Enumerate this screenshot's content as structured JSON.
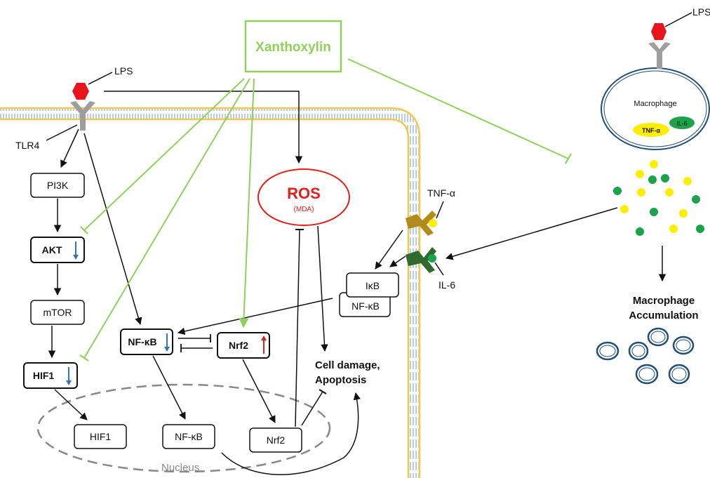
{
  "colors": {
    "agent_green": "#8fd15a",
    "ros_red": "#e0201b",
    "arrow_black": "#111111",
    "down_blue": "#2f74c0",
    "up_red": "#e0201b",
    "membrane_yellow": "#f2c94c",
    "membrane_blue": "#9bb6d6",
    "macrophage_blue": "#1f4e79",
    "tnf_yellow": "#ffee00",
    "il6_green": "#1aa34a",
    "receptor_gray": "#9e9e9e",
    "lps_red": "#e8141b",
    "tnf_receptor": "#b58a1c",
    "il6_receptor": "#2f6b2a",
    "nucleus_gray": "#888888"
  },
  "icons": [
    "lps-hexagon-icon",
    "tlr4-receptor-icon",
    "tnf-receptor-icon",
    "il6-receptor-icon",
    "down-arrow-icon",
    "up-arrow-icon",
    "macrophage-cell-icon"
  ],
  "xanthoxylin": "Xanthoxylin",
  "lps_left": "LPS",
  "lps_right": "LPS",
  "tlr4": "TLR4",
  "pi3k": "PI3K",
  "akt": "AKT",
  "mtor": "mTOR",
  "hif1_cyto": "HIF1",
  "nfkb_cyto": "NF-κB",
  "nrf2_cyto": "Nrf2",
  "ros": "ROS",
  "mda": "(MDA)",
  "ikb": "IκB",
  "nfkb_complex": "NF-κB",
  "tnf_alpha": "TNF-α",
  "il6": "IL-6",
  "cell_damage_line1": "Cell damage,",
  "cell_damage_line2": "Apoptosis",
  "hif1_nuc": "HIF1",
  "nfkb_nuc": "NF-κB",
  "nrf2_nuc": "Nrf2",
  "nucleus": "Nucleus",
  "macrophage": "Macrophage",
  "tnf_small": "TNF-α",
  "il6_small": "IL-6",
  "accum_line1": "Macrophage",
  "accum_line2": "Accumulation"
}
